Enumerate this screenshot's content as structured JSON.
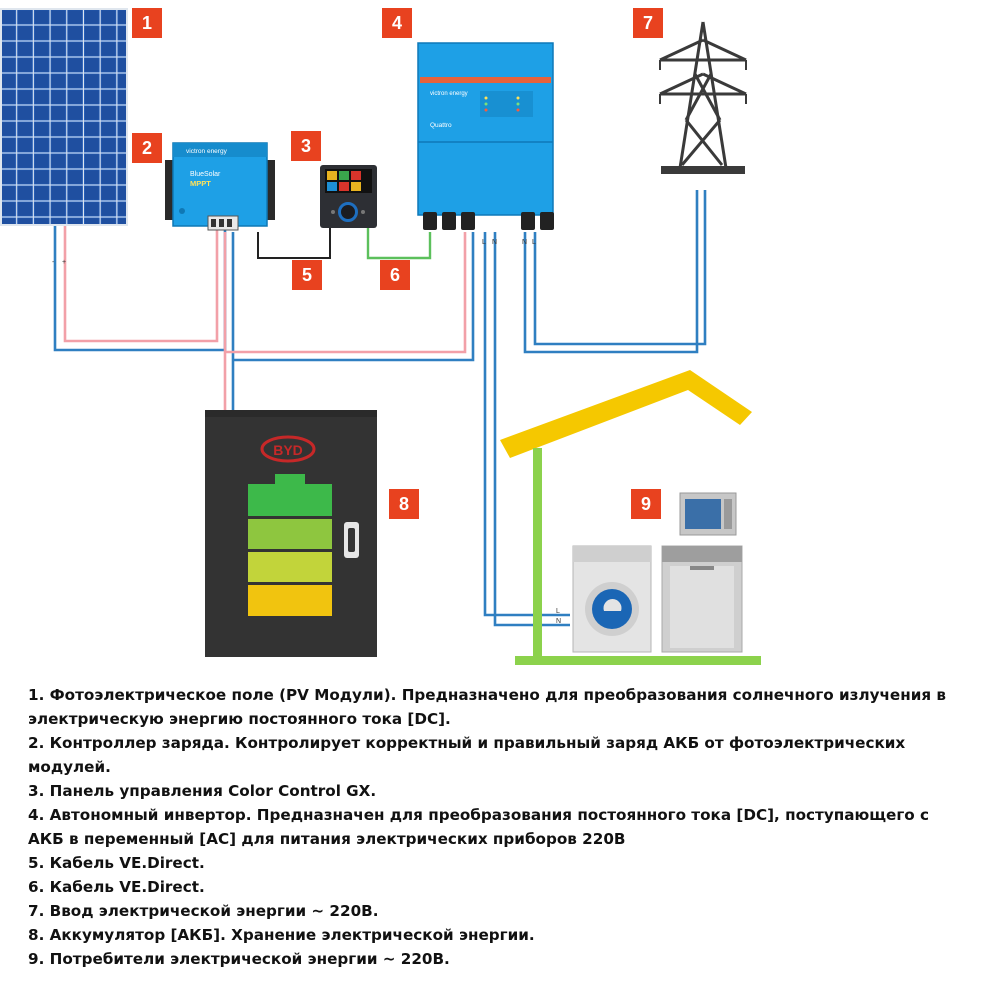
{
  "badges": [
    "1",
    "2",
    "3",
    "4",
    "5",
    "6",
    "7",
    "8",
    "9"
  ],
  "labels": {
    "controller_brand": "victron energy",
    "controller_line1": "BlueSolar",
    "controller_line2": "MPPT",
    "inverter_brand": "victron energy",
    "inverter_model": "Quattro",
    "battery_brand": "BYD",
    "dc_plus": "+",
    "dc_minus": "-",
    "ac_L": "L",
    "ac_N": "N"
  },
  "legend": [
    "1. Фотоэлектрическое поле (PV Модули). Предназначено для преобразования солнечного излучения в",
    "электрическую энергию постоянного тока [DC].",
    "2. Контроллер заряда. Контролирует корректный и правильный заряд АКБ от фотоэлектрических",
    "модулей.",
    "3. Панель управления Color Control GX.",
    "4. Автономный инвертор. Предназначен для преобразования постоянного тока [DC], поступающего с",
    "АКБ в переменный [AC] для питания электрических приборов 220В",
    "5. Кабель VE.Direct.",
    "6. Кабель VE.Direct.",
    "7. Ввод электрической энергии ~ 220В.",
    "8. Аккумулятор [АКБ]. Хранение электрической энергии.",
    "9. Потребители электрической энергии ~ 220В."
  ],
  "colors": {
    "badge": "#e8421f",
    "dc_positive_wire": "#f2a0a8",
    "ac_wire": "#2f7fc1",
    "victron_blue": "#1ea0e6",
    "house_roof": "#f5c800",
    "house_wall": "#8cd24c",
    "battery_body": "#333333"
  }
}
